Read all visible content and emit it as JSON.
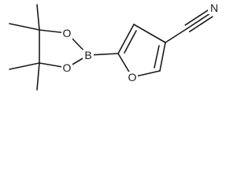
{
  "atoms": {
    "o_ring_top": "O",
    "o_ring_bottom": "O",
    "boron": "B",
    "o_furan": "O",
    "nitrogen": "N"
  },
  "colors": {
    "bond": "#1a1a1a",
    "background": "#ffffff"
  }
}
